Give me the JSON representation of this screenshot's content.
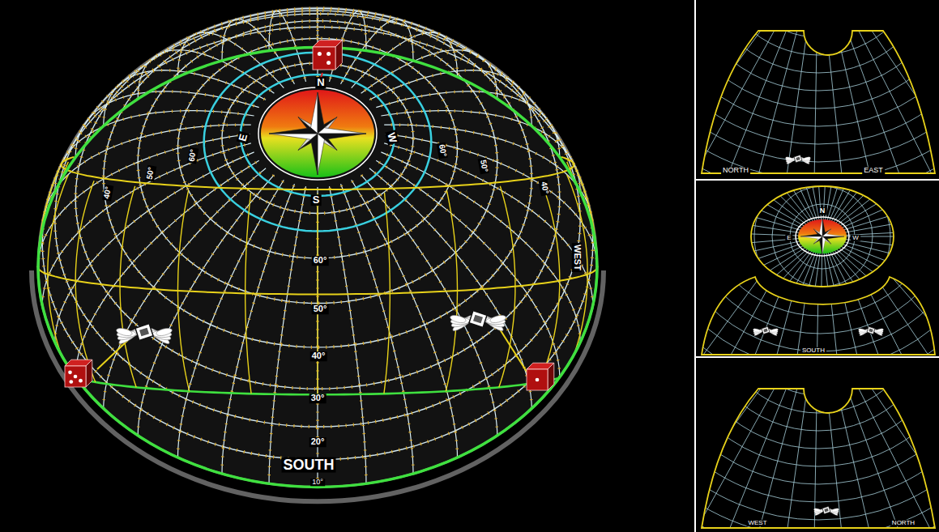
{
  "diagram": {
    "labels": [
      "N",
      "E",
      "W",
      "S",
      "60°",
      "50°",
      "40°",
      "30°",
      "20°",
      "SOUTH",
      "10°",
      "60°",
      "50°",
      "40°",
      "60°",
      "50°",
      "40°",
      "WEST",
      "NORTH",
      "EAST",
      "N",
      "E",
      "W",
      "SOUTH",
      "WEST",
      "NORTH"
    ]
  }
}
